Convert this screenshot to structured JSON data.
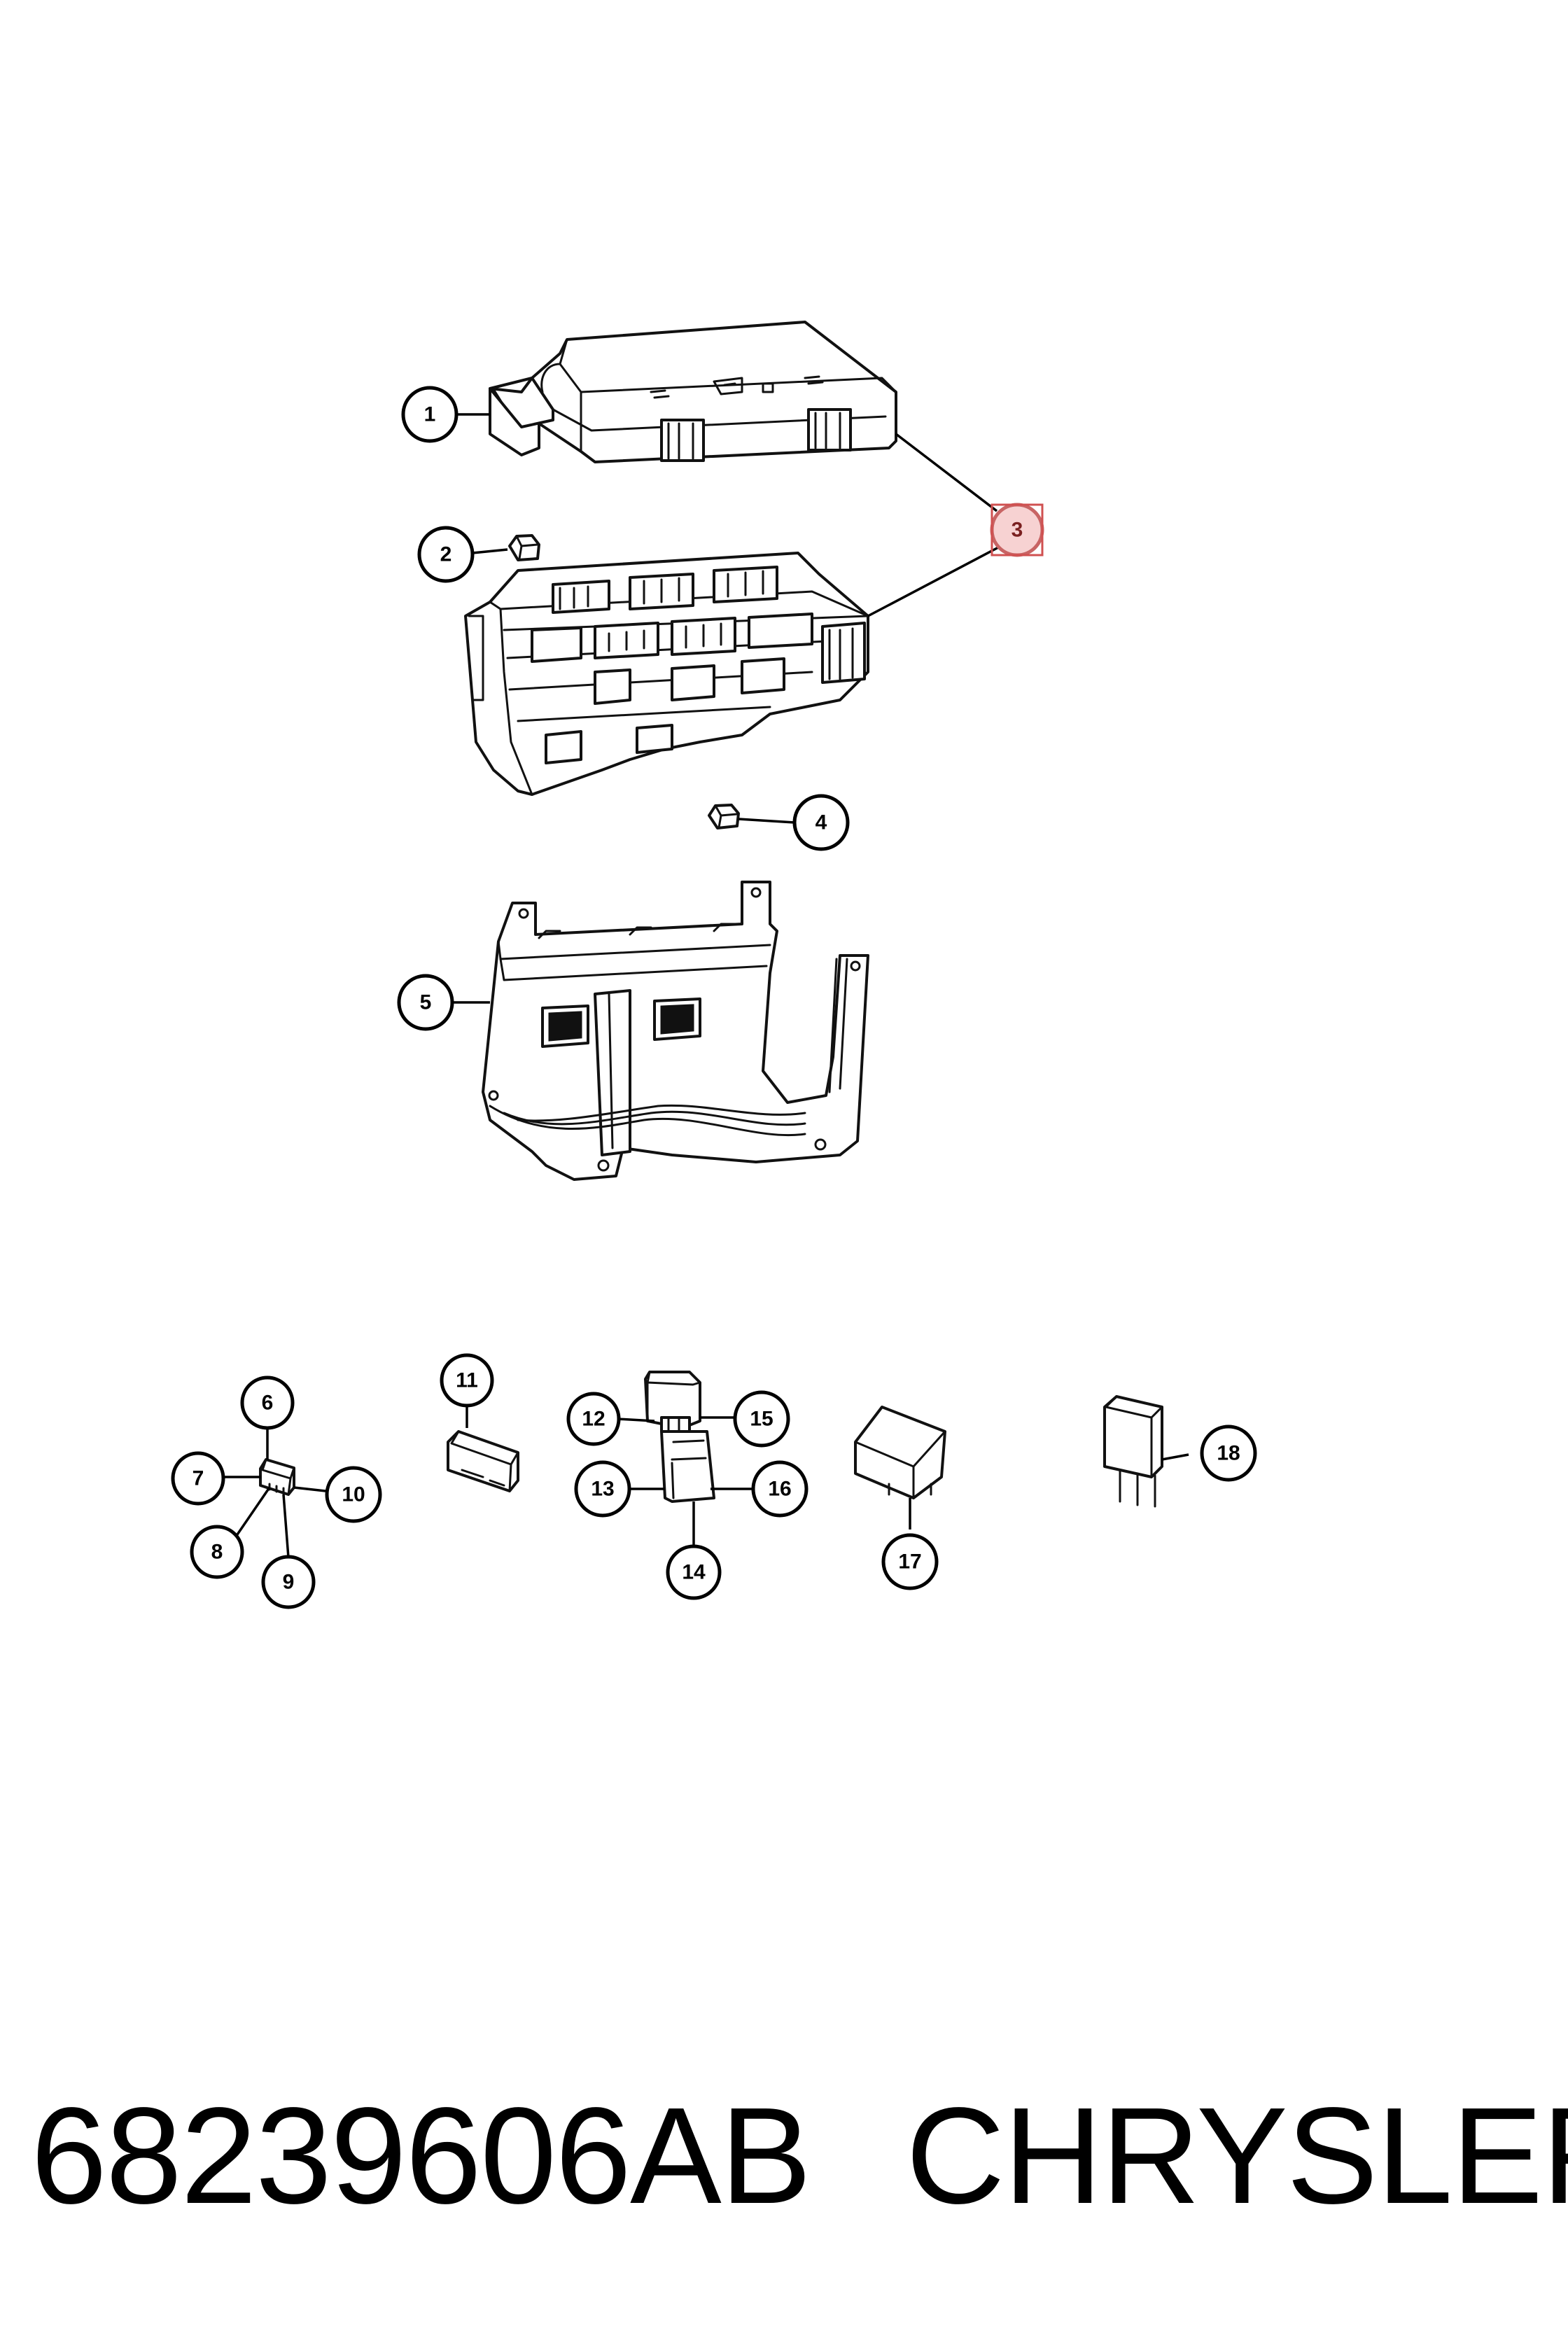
{
  "callouts": [
    {
      "label": "1"
    },
    {
      "label": "2"
    },
    {
      "label": "3",
      "highlighted": true
    },
    {
      "label": "4"
    },
    {
      "label": "5"
    },
    {
      "label": "6"
    },
    {
      "label": "7"
    },
    {
      "label": "8"
    },
    {
      "label": "9"
    },
    {
      "label": "10"
    },
    {
      "label": "11"
    },
    {
      "label": "12"
    },
    {
      "label": "13"
    },
    {
      "label": "14"
    },
    {
      "label": "15"
    },
    {
      "label": "16"
    },
    {
      "label": "17"
    },
    {
      "label": "18"
    }
  ],
  "footer": {
    "part_number": "68239606AB",
    "brand": "CHRYSLER"
  },
  "colors": {
    "line": "#111111",
    "highlight_fill": "#f7d2d2",
    "highlight_stroke": "#c86464"
  }
}
